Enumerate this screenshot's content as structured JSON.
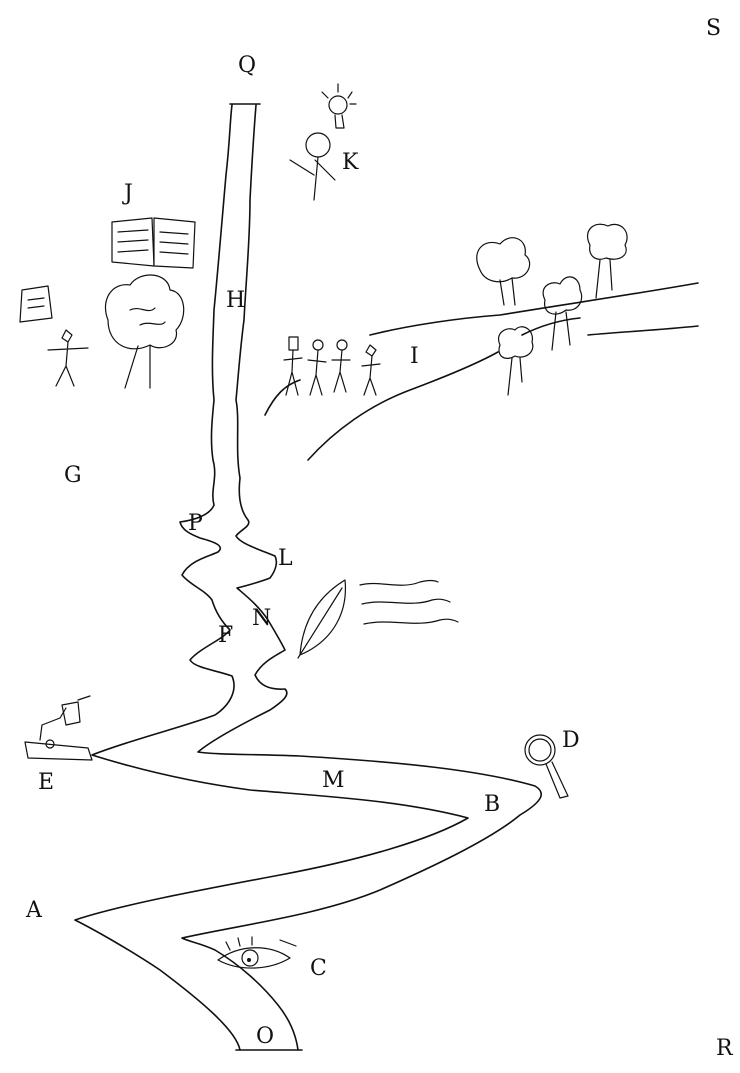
{
  "labels": {
    "A": "A",
    "B": "B",
    "C": "C",
    "D": "D",
    "E": "E",
    "F": "F",
    "G": "G",
    "H": "H",
    "I": "I",
    "J": "J",
    "K": "K",
    "L": "L",
    "M": "M",
    "N": "N",
    "O": "O",
    "P": "P",
    "Q": "Q",
    "R": "R",
    "S": "S"
  },
  "icons": {
    "eye": "eye-icon",
    "magnifier": "magnifying-glass-icon",
    "microscope": "microscope-icon",
    "leaf": "leaf-icon",
    "waves": "water-waves-icon",
    "tree": "tree-icon",
    "person_with_sign": "person-with-sign-icon",
    "book": "open-book-icon",
    "thinker": "person-with-lightbulb-icon",
    "group": "group-of-people-icon"
  },
  "colors": {
    "ink": "#111111",
    "background": "#ffffff"
  }
}
